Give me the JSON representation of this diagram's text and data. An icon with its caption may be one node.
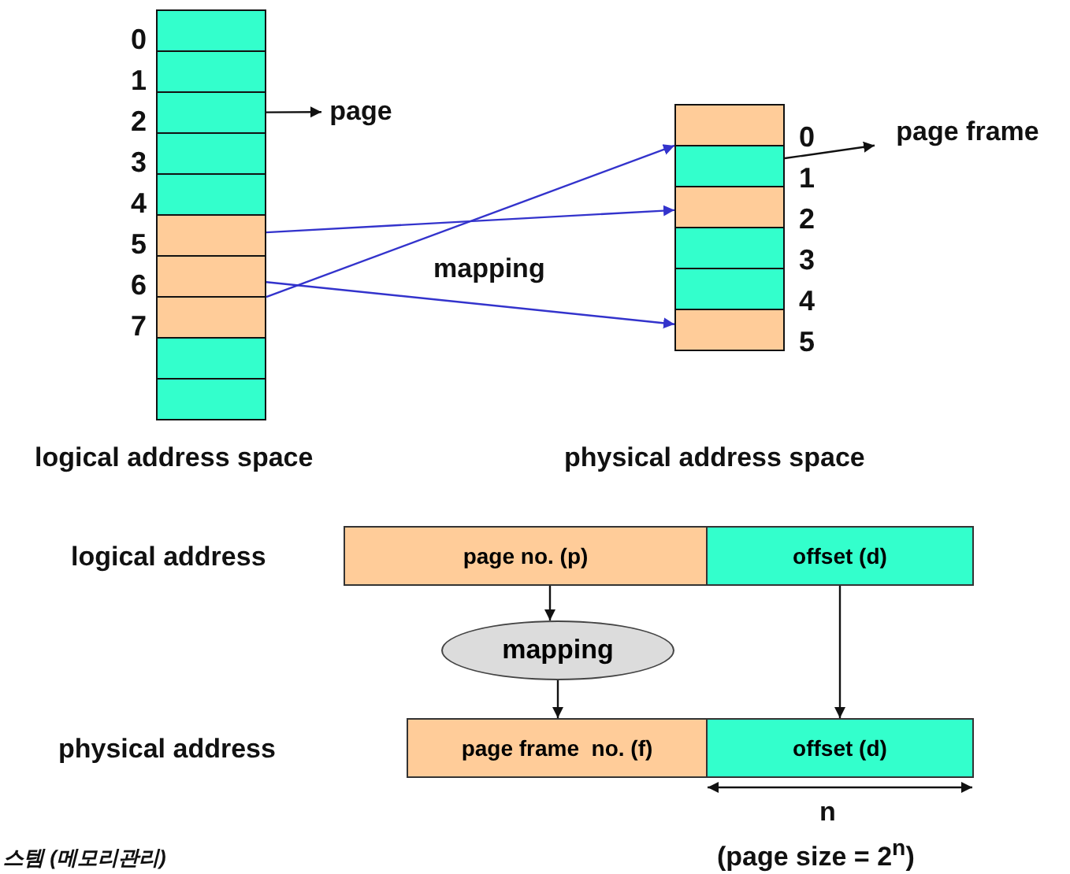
{
  "diagram": {
    "nodes": [
      {
        "text": [],
        "shape": "box",
        "beside": [
          "0"
        ]
      },
      {
        "text": [],
        "shape": "box",
        "beside": [
          "1"
        ]
      },
      {
        "text": [],
        "shape": "box",
        "beside": [
          "2"
        ]
      },
      {
        "text": [],
        "shape": "box",
        "beside": [
          "3"
        ]
      },
      {
        "text": [],
        "shape": "box",
        "beside": [
          "4"
        ]
      },
      {
        "text": [],
        "shape": "box",
        "beside": [
          "5"
        ]
      },
      {
        "text": [],
        "shape": "box",
        "beside": [
          "6"
        ]
      },
      {
        "text": [],
        "shape": "box",
        "beside": [
          "7"
        ]
      },
      {
        "text": [],
        "shape": "box"
      },
      {
        "text": [],
        "shape": "box"
      },
      {
        "text": [
          "page"
        ]
      },
      {
        "text": [],
        "shape": "box",
        "beside": [
          "0"
        ]
      },
      {
        "text": [],
        "shape": "box",
        "beside": [
          "1"
        ]
      },
      {
        "text": [],
        "shape": "box",
        "beside": [
          "2"
        ]
      },
      {
        "text": [],
        "shape": "box",
        "beside": [
          "3"
        ]
      },
      {
        "text": [],
        "shape": "box",
        "beside": [
          "4"
        ]
      },
      {
        "text": [],
        "shape": "box",
        "beside": [
          "5"
        ]
      },
      {
        "text": [
          "page frame"
        ]
      },
      {
        "text": [
          "page no. (p)"
        ]
      },
      {
        "text": [
          "offset (d)"
        ]
      },
      {
        "text": [
          "mapping"
        ]
      },
      {
        "text": [
          "page frame  no. (f)"
        ]
      },
      {
        "text": [
          "offset (d)"
        ]
      }
    ],
    "edges": [
      {
        "from": 2,
        "to": 10,
        "arrow": "to"
      },
      {
        "from": 5,
        "to": 13,
        "arrow": "to",
        "color": "#3333cc"
      },
      {
        "from": 6,
        "to": 16,
        "arrow": "to",
        "color": "#3333cc"
      },
      {
        "from": 7,
        "to": 11,
        "arrow": "to",
        "color": "#3333cc"
      },
      {
        "from": 12,
        "to": 17,
        "arrow": "to"
      },
      {
        "from": 18,
        "to": 20,
        "arrow": "to"
      },
      {
        "from": 20,
        "to": 21,
        "arrow": "to"
      },
      {
        "from": 19,
        "to": 22,
        "arrow": "to"
      }
    ],
    "labels": [
      "mapping",
      "logical address space",
      "physical address space",
      "logical address",
      "physical address",
      "n",
      "(page size = 2$^{n}$)",
      "스템 (메모리관리)"
    ]
  }
}
